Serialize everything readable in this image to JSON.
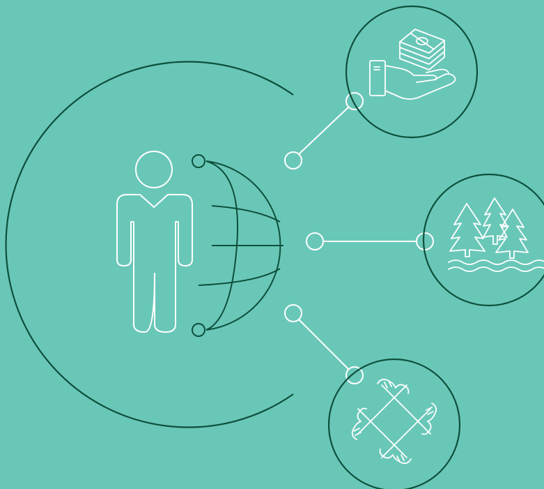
{
  "colors": {
    "background": "#69c7b8",
    "dark_stroke": "#0d4f3a",
    "light_stroke": "#ffffff"
  },
  "center": {
    "person": "person-icon",
    "globe": "globe-icon"
  },
  "branches": [
    {
      "name": "economic",
      "icon": "hand-holding-money-icon"
    },
    {
      "name": "environmental",
      "icon": "forest-and-water-icon"
    },
    {
      "name": "social",
      "icon": "joined-hands-icon"
    }
  ]
}
